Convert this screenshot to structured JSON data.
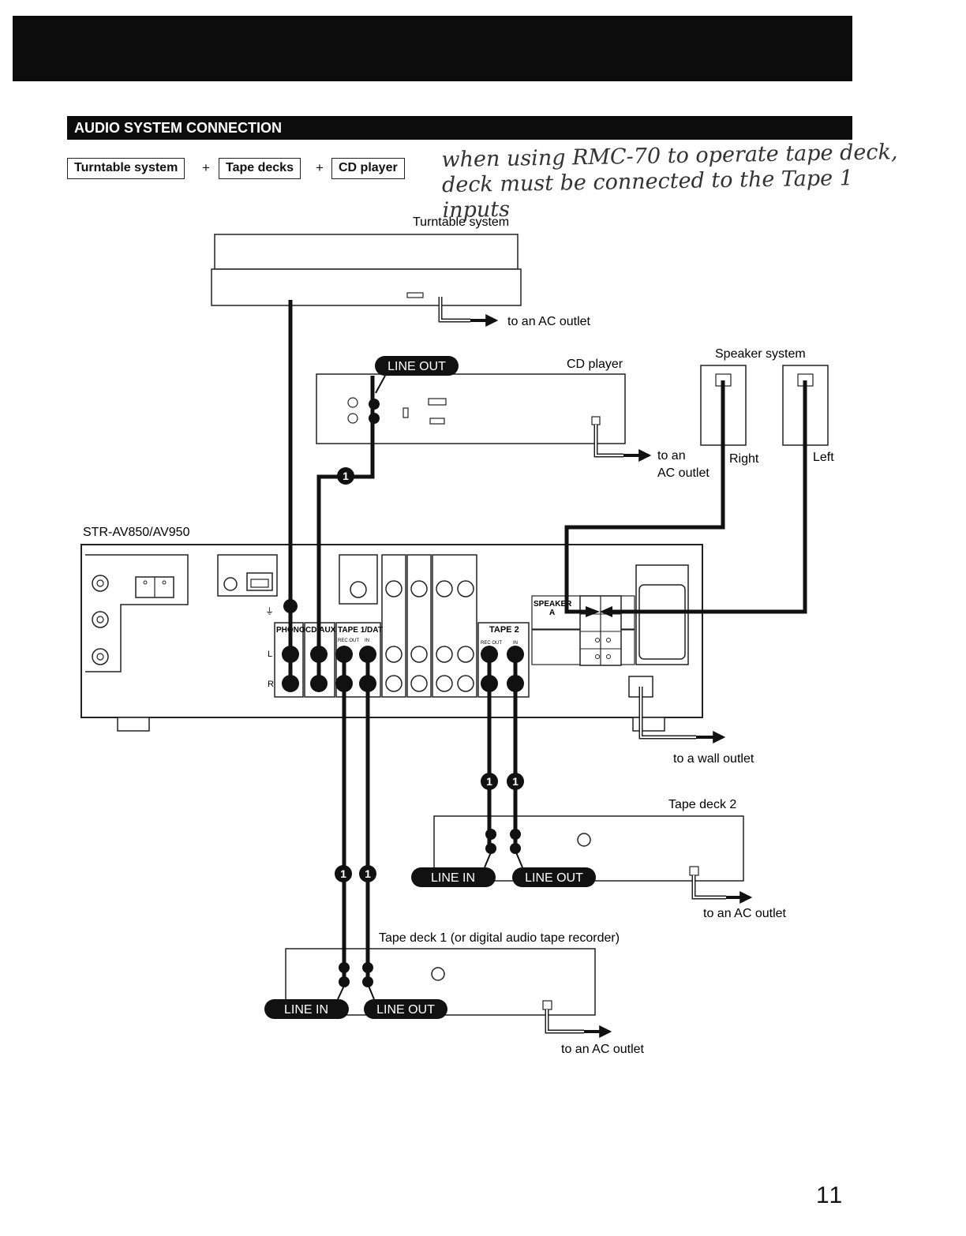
{
  "header": {
    "section_title": "AUDIO SYSTEM CONNECTION"
  },
  "configuration": {
    "items": [
      "Turntable system",
      "Tape decks",
      "CD player"
    ],
    "separator": "+"
  },
  "handwritten_note": "when using RMC-70 to operate tape deck, deck must be connected to the Tape 1 inputs",
  "components": {
    "turntable": "Turntable system",
    "cd_player": "CD player",
    "speaker_system": "Speaker system",
    "speaker_right": "Right",
    "speaker_left": "Left",
    "receiver": "STR-AV850/AV950",
    "tape_deck_2": "Tape deck 2",
    "tape_deck_1": "Tape deck 1 (or digital audio tape recorder)"
  },
  "outlets": {
    "turntable": "to an AC outlet",
    "cd_line1": "to an",
    "cd_line2": "AC outlet",
    "receiver": "to a wall outlet",
    "tape_deck_2": "to an AC outlet",
    "tape_deck_1": "to an AC outlet"
  },
  "connectors": {
    "line_out": "LINE OUT",
    "line_in": "LINE IN",
    "cable_number": "1"
  },
  "receiver_panel": {
    "phono": "PHONO",
    "cd_aux": "CD/AUX",
    "tape1_dat": "TAPE 1/DAT",
    "tape2": "TAPE 2",
    "rec_out": "REC OUT",
    "in": "IN",
    "speakers": "SPEAKER",
    "speakers_a": "A",
    "left_channel": "L",
    "right_channel": "R"
  },
  "page_number": "11"
}
